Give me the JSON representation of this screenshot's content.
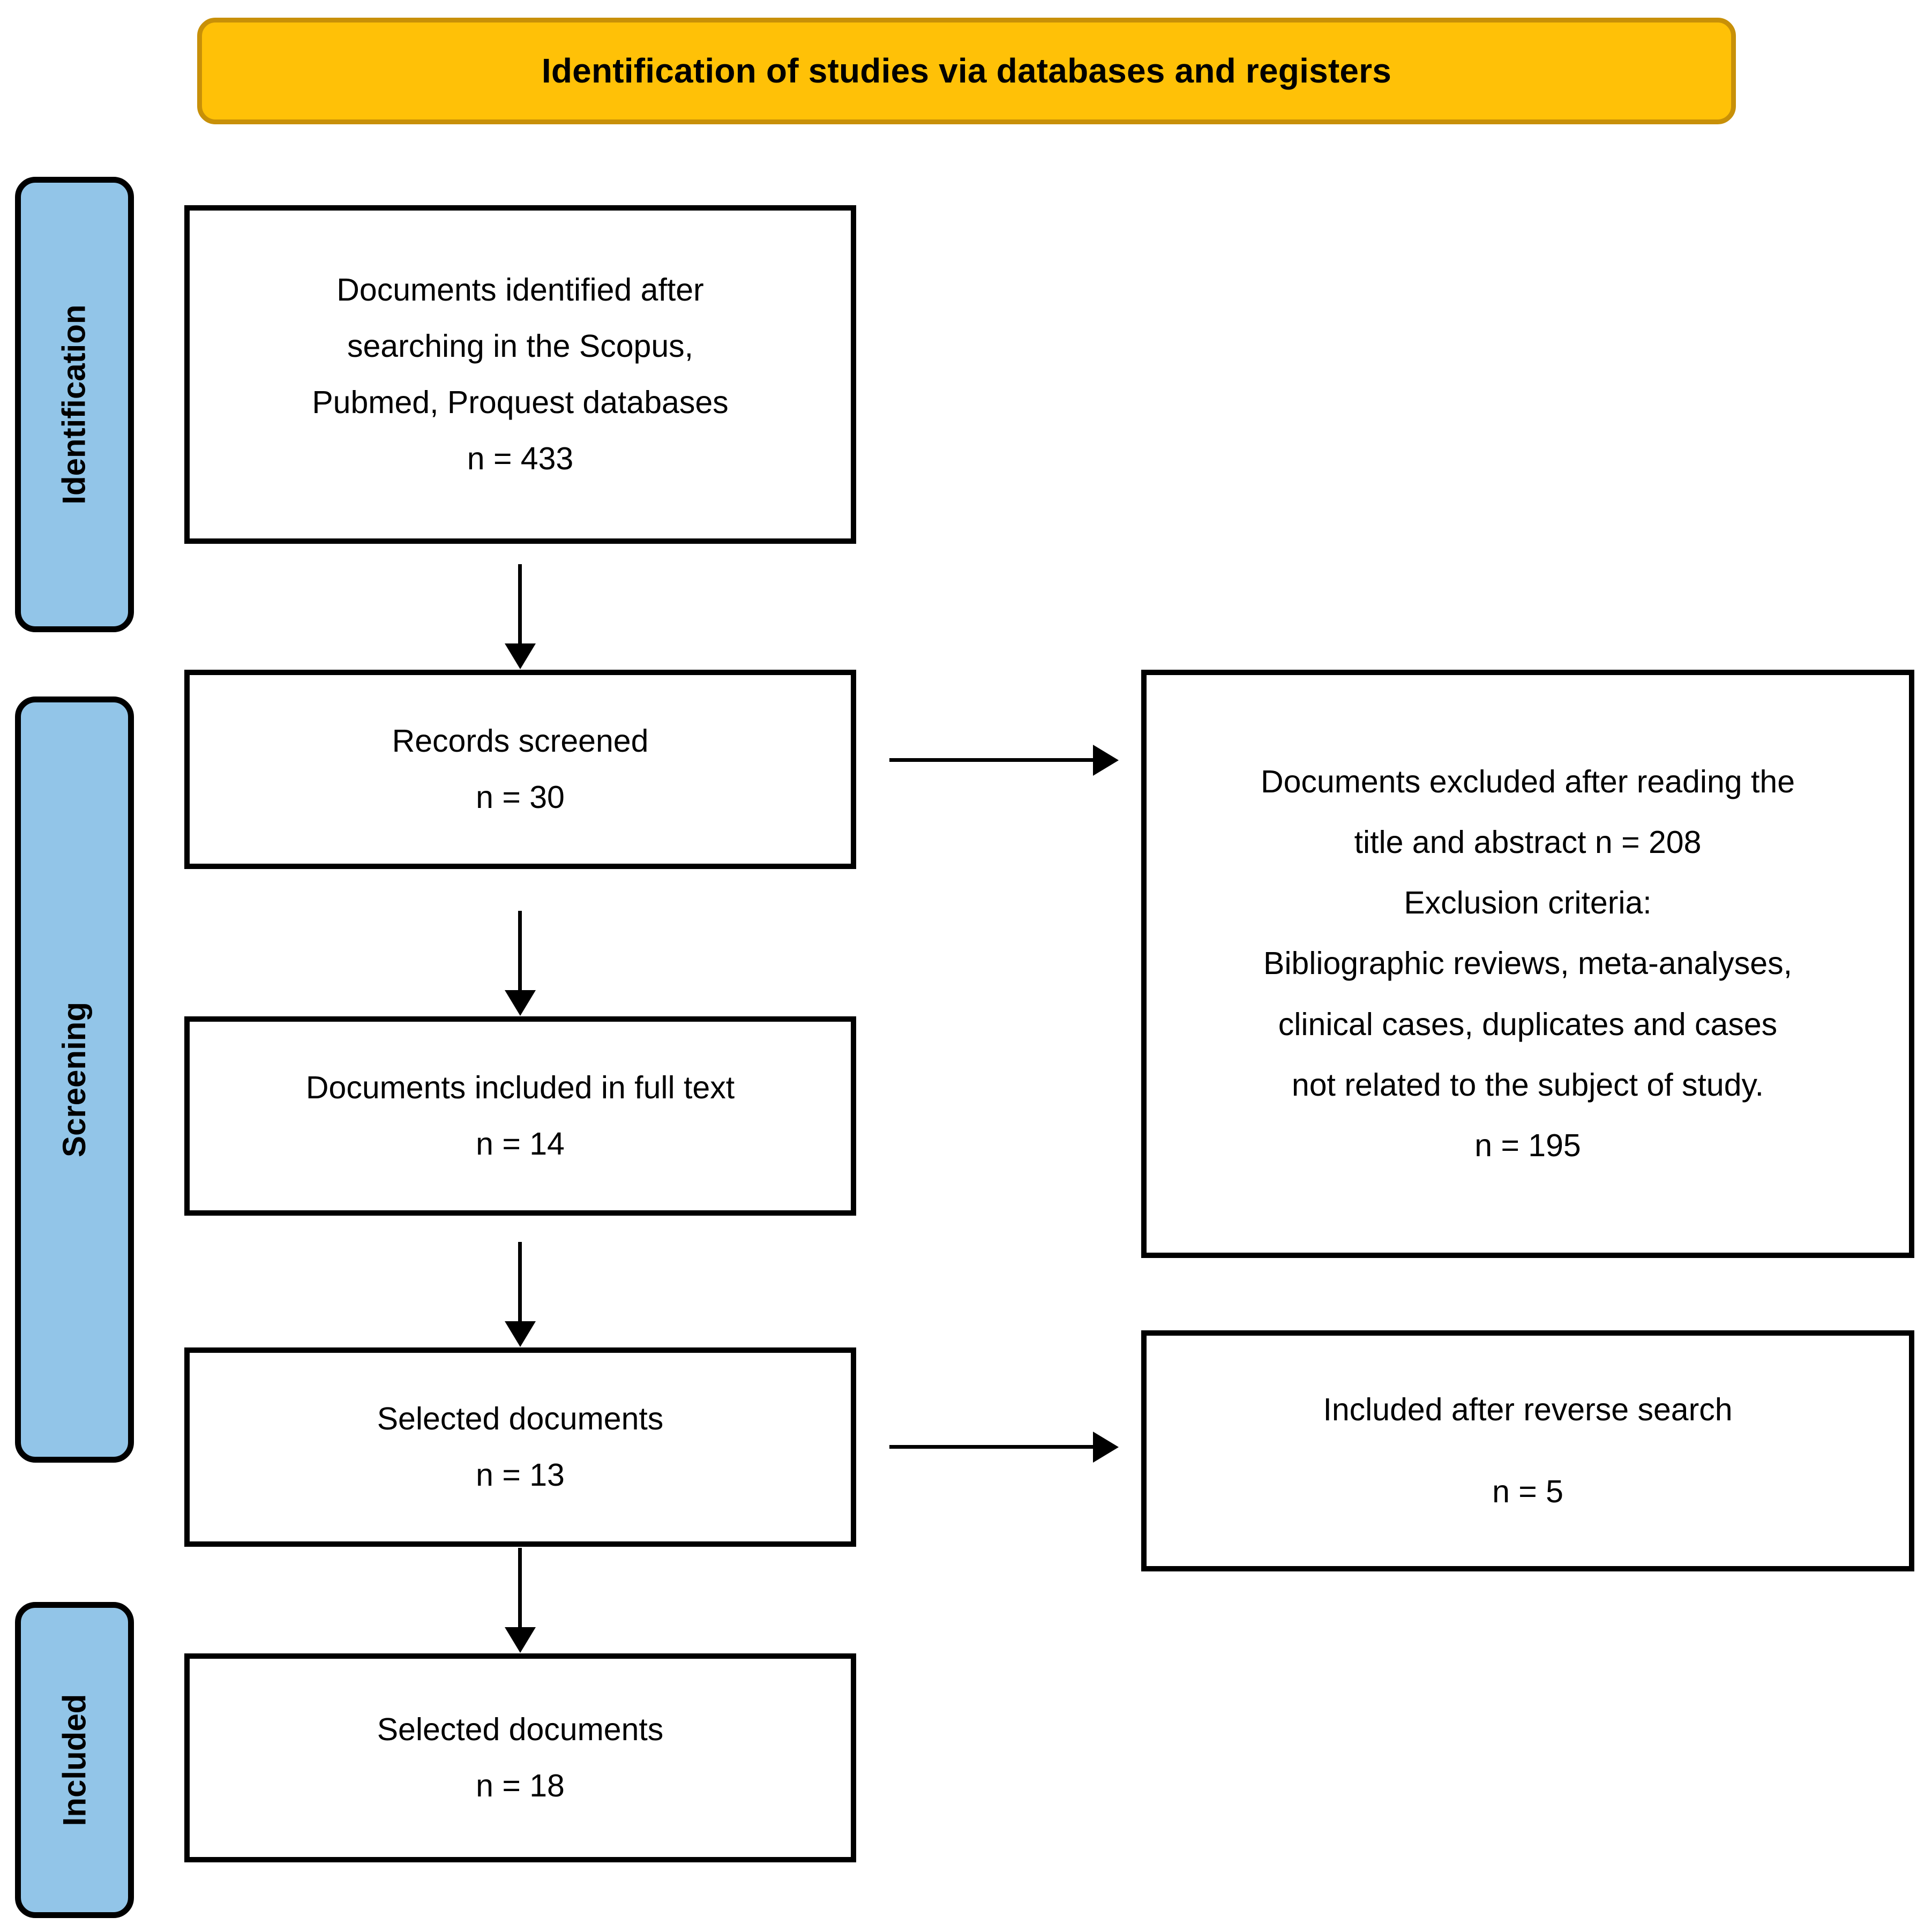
{
  "header": {
    "title": "Identification of studies via databases and registers"
  },
  "stages": [
    {
      "id": "identification",
      "label": "Identification"
    },
    {
      "id": "screening",
      "label": "Screening"
    },
    {
      "id": "included",
      "label": "Included"
    }
  ],
  "boxes": {
    "identified": {
      "line1": "Documents identified after",
      "line2": "searching in the Scopus,",
      "line3": "Pubmed, Proquest databases",
      "count": "n = 433"
    },
    "screened": {
      "line1": "Records screened",
      "count": "n = 30"
    },
    "excluded": {
      "line1": "Documents excluded after reading the",
      "line2": "title and abstract n = 208",
      "line3": "Exclusion criteria:",
      "line4": "Bibliographic reviews, meta-analyses,",
      "line5": "clinical cases, duplicates and cases",
      "line6": "not related to the subject of study.",
      "count": "n = 195"
    },
    "fulltext": {
      "line1": "Documents included in full text",
      "count": "n = 14"
    },
    "selected_13": {
      "line1": "Selected documents",
      "count": "n = 13"
    },
    "reverse": {
      "line1": "Included after reverse search",
      "count": "n = 5"
    },
    "selected_18": {
      "line1": "Selected documents",
      "count": "n = 18"
    }
  },
  "colors": {
    "banner_fill": "#FFC107",
    "banner_border": "#C89008",
    "stage_fill": "#92C5E8",
    "stage_border": "#000000",
    "box_border": "#000000",
    "box_fill": "#FFFFFF",
    "connector": "#000000"
  },
  "connectors": [
    {
      "id": "identified-to-screened",
      "direction": "down"
    },
    {
      "id": "screened-to-fulltext",
      "direction": "down"
    },
    {
      "id": "fulltext-to-selected13",
      "direction": "down"
    },
    {
      "id": "selected13-to-selected18",
      "direction": "down"
    },
    {
      "id": "screened-to-excluded",
      "direction": "right"
    },
    {
      "id": "selected13-to-reverse",
      "direction": "right"
    }
  ]
}
